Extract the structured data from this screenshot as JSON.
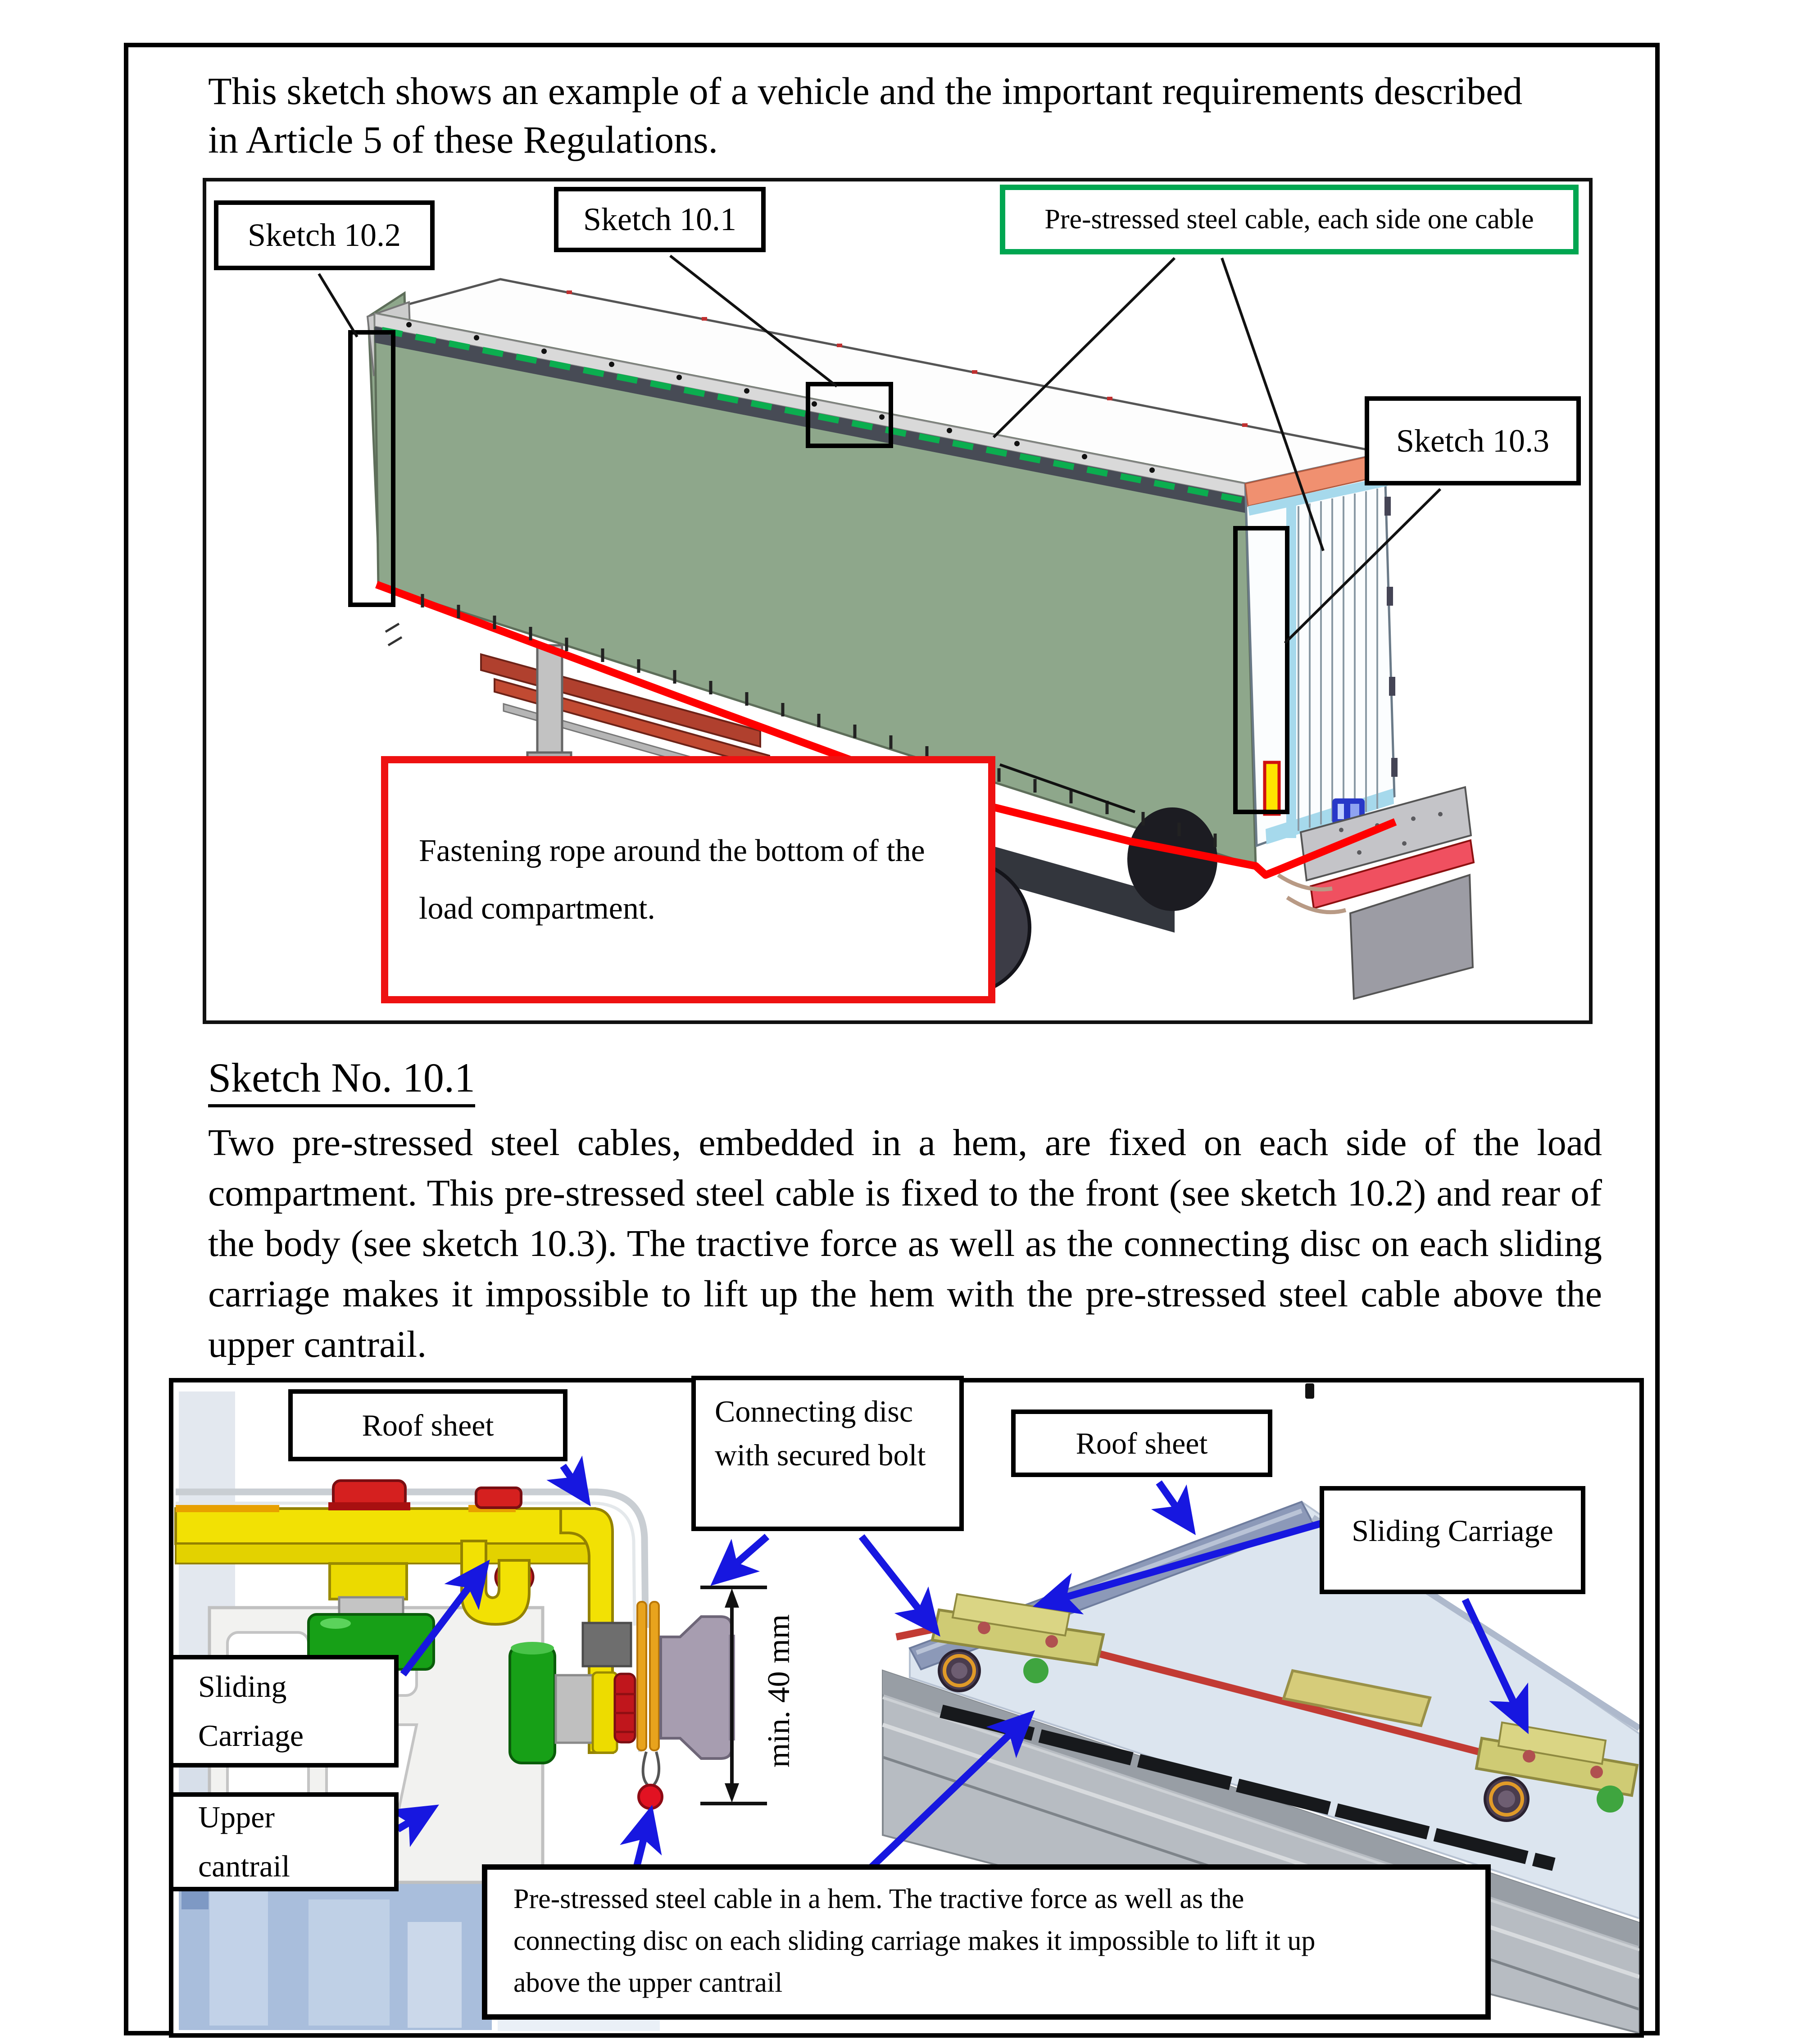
{
  "page": {
    "intro": {
      "line1": "This sketch shows an example of a vehicle and the important requirements described",
      "line2": "in Article 5 of these Regulations."
    }
  },
  "figure1": {
    "labels": {
      "sketch_10_2": "Sketch 10.2",
      "sketch_10_1": "Sketch 10.1",
      "cable_note": "Pre-stressed steel cable, each side one cable",
      "sketch_10_3": "Sketch 10.3"
    },
    "rope_note": {
      "line1": "Fastening rope around the bottom of the",
      "line2": "load compartment."
    },
    "colors": {
      "cable_note_border": "#00A651",
      "rope_note_border": "#EE1111",
      "curtain_green": "#8EA78B",
      "cable_green": "#0BAE4F",
      "rope_red": "#FF0000"
    }
  },
  "section": {
    "heading": "Sketch No. 10.1",
    "lines": [
      "Two pre-stressed steel cables, embedded in a hem, are fixed on each side of the load",
      "compartment. This pre-stressed steel cable is fixed to the front (see sketch 10.2) and rear of",
      "the body (see sketch 10.3). The tractive force as well as the connecting disc on each sliding",
      "carriage makes it impossible to lift up the hem with the pre-stressed steel cable above the",
      "upper cantrail."
    ]
  },
  "figure2": {
    "labels": {
      "roof_sheet_left": "Roof sheet",
      "connecting_disc_line1": "Connecting disc",
      "connecting_disc_line2": "with secured bolt",
      "roof_sheet_right": "Roof sheet",
      "sliding_carriage_right": "Sliding Carriage",
      "sliding_carriage_left_line1": "Sliding",
      "sliding_carriage_left_line2": "Carriage",
      "upper_cantrail_line1": "Upper",
      "upper_cantrail_line2": "cantrail"
    },
    "dimension_label": "min. 40 mm",
    "caption": {
      "line1": "Pre-stressed steel cable in a hem. The tractive force as well as the",
      "line2": "connecting disc on each sliding carriage makes it impossible to lift it up",
      "line3": "above the upper cantrail"
    },
    "colors": {
      "arrow_blue": "#1717E0"
    }
  }
}
